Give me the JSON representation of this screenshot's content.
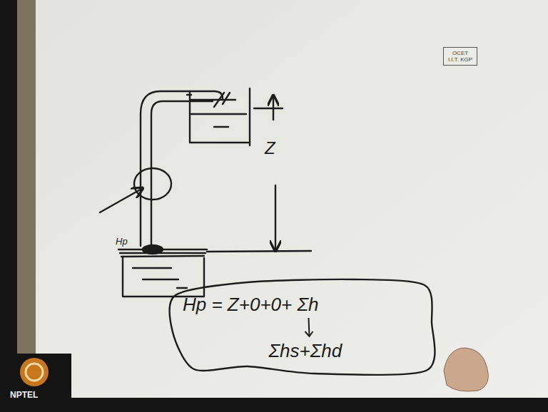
{
  "diagram": {
    "nodes": [
      {
        "text": [
          "OCET I.I.T. KGP"
        ]
      },
      {
        "text": [
          "Hp = Z+0+0+ Σh",
          "Σhs+Σhd"
        ]
      }
    ],
    "labels": [
      "Z",
      "Hp",
      "NPTEL"
    ]
  }
}
